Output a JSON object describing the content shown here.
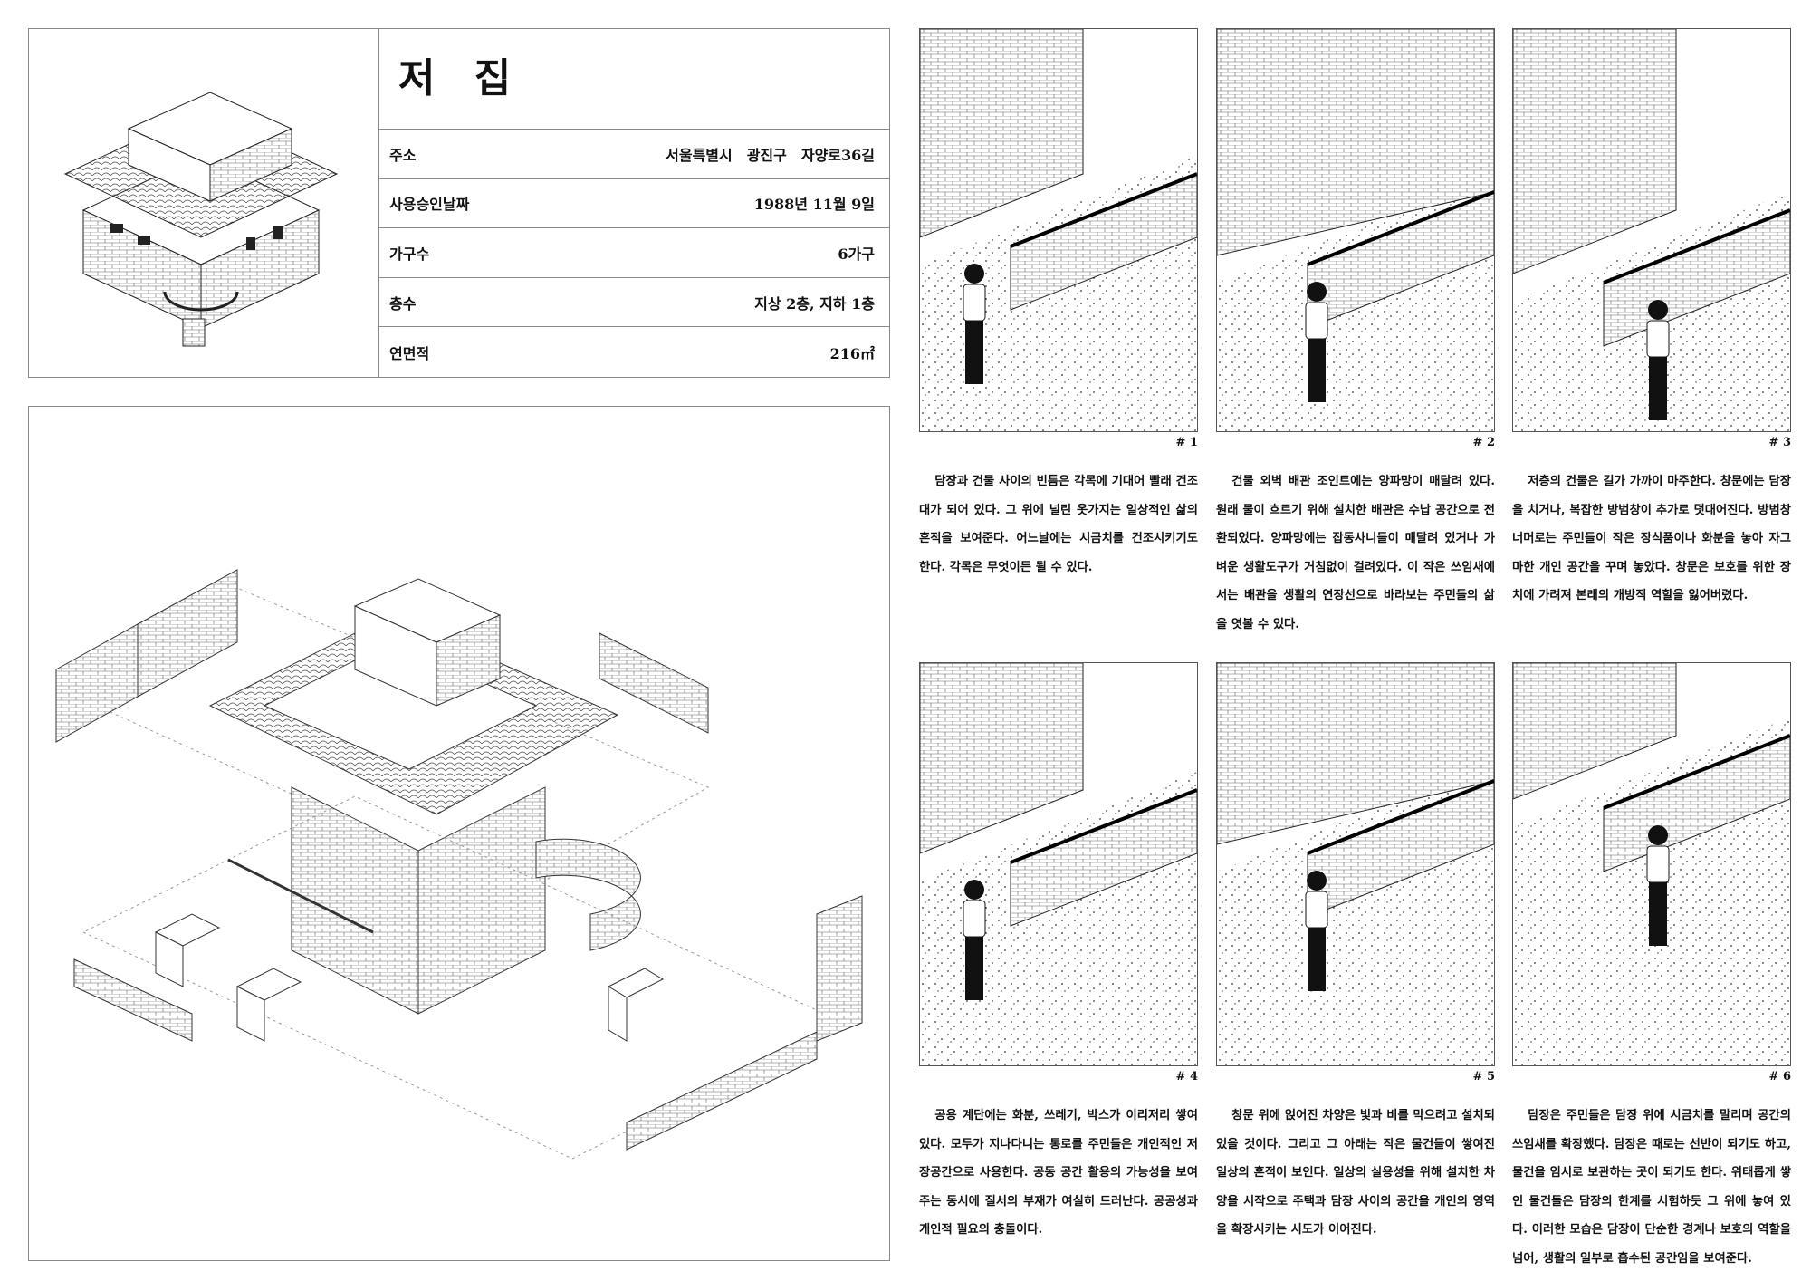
{
  "info": {
    "title": "저 집",
    "rows": [
      {
        "label": "주소",
        "value": "서울특별시　광진구　자양로36길"
      },
      {
        "label": "사용승인날짜",
        "value": "1988년 11월 9일"
      },
      {
        "label": "가구수",
        "value": "6가구"
      },
      {
        "label": "층수",
        "value": "지상 2층, 지하 1층"
      },
      {
        "label": "연면적",
        "value": "216㎡"
      }
    ]
  },
  "panels": [
    {
      "number": "# 1",
      "text": "담장과 건물 사이의 빈틈은 각목에 기대어 빨래 건조대가 되어 있다. 그 위에 널린 옷가지는 일상적인 삶의 흔적을 보여준다. 어느날에는 시금치를 건조시키기도 한다. 각목은 무엇이든 될 수 있다."
    },
    {
      "number": "# 2",
      "text": "건물 외벽 배관 조인트에는 양파망이 매달려 있다. 원래 물이 흐르기 위해 설치한 배관은 수납 공간으로 전환되었다. 양파망에는 잡동사니들이 매달려 있거나 가벼운 생활도구가 거침없이 걸려있다. 이 작은 쓰임새에서는 배관을 생활의 연장선으로 바라보는 주민들의 삶을 엿볼 수 있다."
    },
    {
      "number": "# 3",
      "text": "저층의 건물은 길가 가까이 마주한다. 창문에는 담장을 치거나, 복잡한 방범창이 추가로 덧대어진다. 방범창 너머로는 주민들이 작은 장식품이나 화분을 놓아 자그마한 개인 공간을 꾸며 놓았다. 창문은 보호를 위한 장치에 가려져 본래의 개방적 역할을 잃어버렸다."
    },
    {
      "number": "# 4",
      "text": "공용 계단에는 화분, 쓰레기, 박스가 이리저리 쌓여 있다. 모두가 지나다니는 통로를 주민들은 개인적인 저장공간으로 사용한다. 공동 공간 활용의 가능성을 보여주는 동시에 질서의 부재가 여실히 드러난다. 공공성과 개인적 필요의 충돌이다."
    },
    {
      "number": "# 5",
      "text": "창문 위에 얹어진 차양은 빛과 비를 막으려고 설치되었을 것이다. 그리고 그 아래는 작은 물건들이 쌓여진 일상의 흔적이 보인다. 일상의 실용성을 위해 설치한 차양을 시작으로 주택과 담장 사이의 공간을 개인의 영역을 확장시키는 시도가 이어진다."
    },
    {
      "number": "# 6",
      "text": "담장은 주민들은 담장 위에 시금치를 말리며 공간의 쓰임새를 확장했다. 담장은 때로는 선반이 되기도 하고, 물건을 임시로 보관하는 곳이 되기도 한다. 위태롭게 쌓인 물건들은 담장의 한계를 시험하듯 그 위에 놓여 있다. 이러한 모습은 담장이 단순한 경계나 보호의 역할을 넘어, 생활의 일부로 흡수된 공간임을 보여준다."
    }
  ]
}
